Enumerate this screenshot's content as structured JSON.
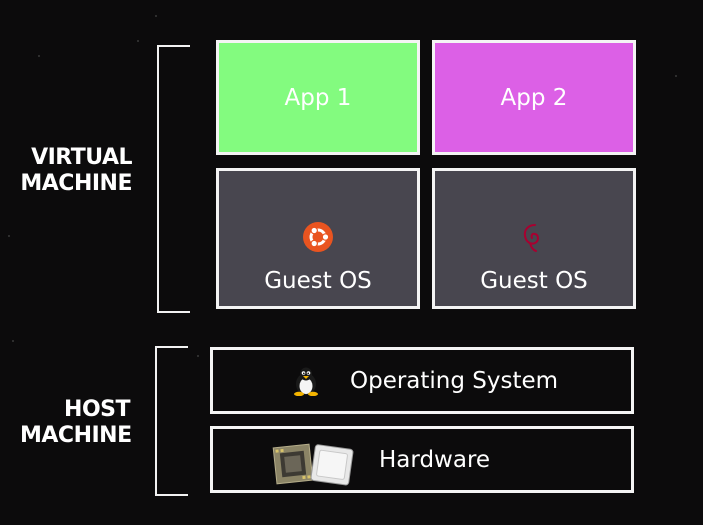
{
  "labels": {
    "vm_line1": "VIRTUAL",
    "vm_line2": "MACHINE",
    "host_line1": "HOST",
    "host_line2": "MACHINE"
  },
  "apps": [
    {
      "label": "App 1",
      "color": "#83fb7f"
    },
    {
      "label": "App 2",
      "color": "#dc60e6"
    }
  ],
  "guests": [
    {
      "label": "Guest OS",
      "icon": "ubuntu-icon",
      "icon_color": "#e95420"
    },
    {
      "label": "Guest OS",
      "icon": "debian-icon",
      "icon_color": "#a80030"
    }
  ],
  "host": {
    "os_label": "Operating System",
    "os_icon": "linux-tux-icon",
    "hw_label": "Hardware",
    "hw_icon": "cpu-chip-icon"
  },
  "colors": {
    "background": "#0c0b0c",
    "guest_fill": "#48464f",
    "border": "#f4f4f4"
  }
}
